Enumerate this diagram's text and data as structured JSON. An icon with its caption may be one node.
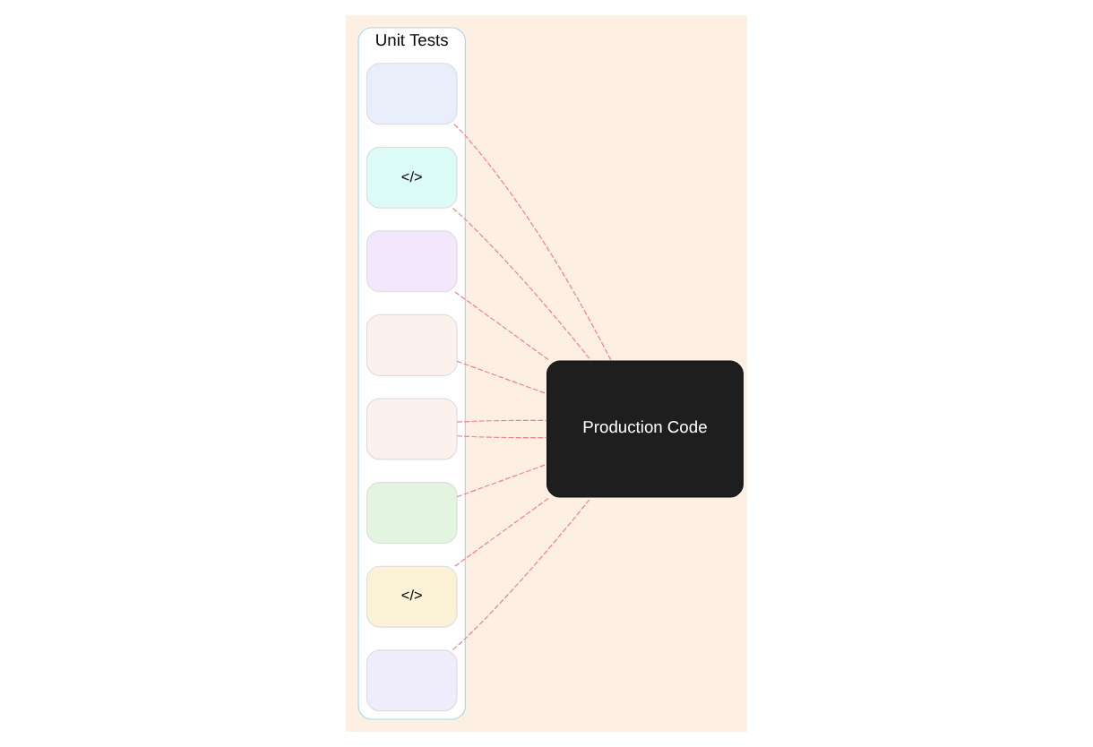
{
  "diagram": {
    "nodes": [
      {
        "text": [
          "Unit Tests"
        ]
      },
      {
        "text": [],
        "shape": "box",
        "in": 0
      },
      {
        "text": [
          "</>"
        ],
        "in": 0
      },
      {
        "text": [],
        "shape": "box",
        "in": 0
      },
      {
        "text": [],
        "shape": "box",
        "in": 0
      },
      {
        "text": [],
        "shape": "box",
        "in": 0
      },
      {
        "text": [],
        "shape": "box",
        "in": 0
      },
      {
        "text": [
          "</>"
        ],
        "in": 0
      },
      {
        "text": [],
        "shape": "box",
        "in": 0
      },
      {
        "text": [
          "Production Code"
        ]
      }
    ],
    "edges": [
      {
        "from": 1,
        "to": 9,
        "arrow": "none",
        "style": "dashed"
      },
      {
        "from": 2,
        "to": 9,
        "arrow": "none",
        "style": "dashed"
      },
      {
        "from": 3,
        "to": 9,
        "arrow": "none",
        "style": "dashed"
      },
      {
        "from": 4,
        "to": 9,
        "arrow": "none",
        "style": "dashed"
      },
      {
        "from": 5,
        "to": 9,
        "arrow": "none",
        "style": "dashed"
      },
      {
        "from": 5,
        "to": 9,
        "arrow": "none",
        "style": "dashed"
      },
      {
        "from": 6,
        "to": 9,
        "arrow": "none",
        "style": "dashed"
      },
      {
        "from": 7,
        "to": 9,
        "arrow": "none",
        "style": "dashed"
      },
      {
        "from": 8,
        "to": 9,
        "arrow": "none",
        "style": "dashed"
      }
    ]
  }
}
